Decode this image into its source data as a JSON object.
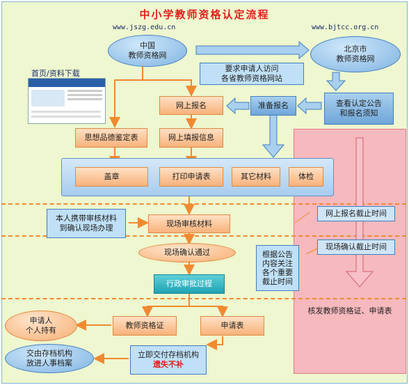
{
  "title": "中小学教师资格认定流程",
  "urls": {
    "left": "www.jszg.edu.cn",
    "right": "www.bjtcc.org.cn"
  },
  "nodes": {
    "china_site": "中国\n教师资格网",
    "beijing_site": "北京市\n教师资格网",
    "visit_note": "要求申请人访问\n各省教师资格网站",
    "homepage_label": "首页/资料下载",
    "online_register": "网上报名",
    "prepare_register": "准备报名",
    "check_notice": "查看认定公告\n和报名须知",
    "morality_form": "思想品德鉴定表",
    "fill_info": "网上填报信息",
    "stamp": "盖章",
    "print_form": "打印申请表",
    "other_materials": "其它材料",
    "physical_exam": "体检",
    "bring_materials": "本人携带审核材料\n到确认现场办理",
    "onsite_review": "现场审核材料",
    "onsite_confirm": "现场确认通过",
    "admin_approval": "行政审批过程",
    "applicant_hold": "申请人\n个人持有",
    "teacher_cert": "教师资格证",
    "application_form": "申请表",
    "archive_note": "交由存档机构\n放进人事档案",
    "submit_archive": "立即交付存档机构",
    "no_reissue": "遗失不补",
    "deadline_online": "网上报名截止时间",
    "deadline_onsite": "现场确认截止时间",
    "deadline_note": "根据公告\n内容关注\n各个重要\n截止时间",
    "issue_cert": "核发教师资格证、申请表"
  },
  "colors": {
    "accent_red": "#e0201c",
    "flow_orange": "#f08a30",
    "flow_blue": "#6fa6d9"
  }
}
